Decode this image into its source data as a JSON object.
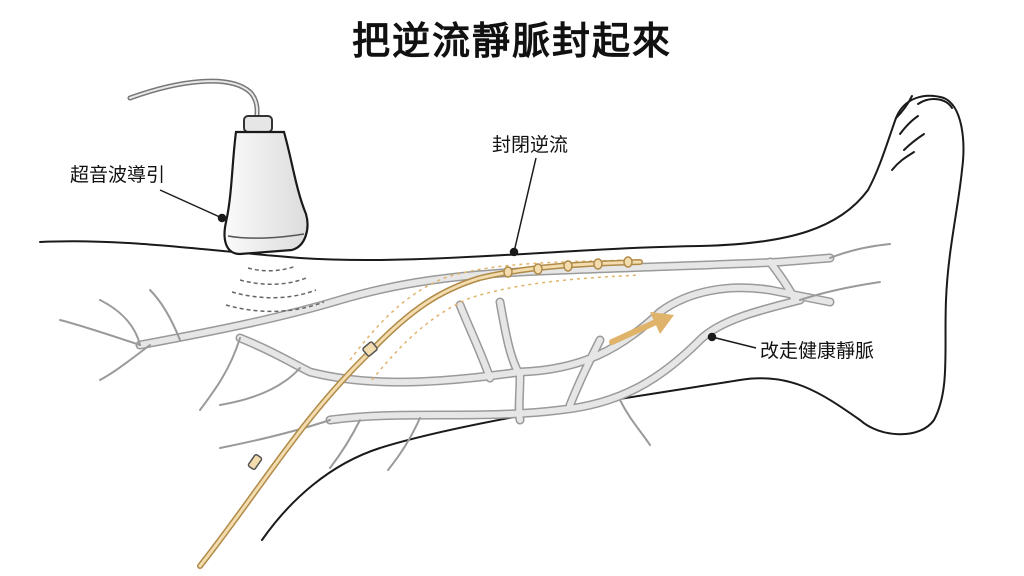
{
  "title": "把逆流靜脈封起來",
  "labels": {
    "probe": "超音波導引",
    "seal": "封閉逆流",
    "healthy": "改走健康靜脈"
  },
  "colors": {
    "outline": "#1a1a1a",
    "vein_fill": "#e6e6e6",
    "vein_stroke": "#9a9a9a",
    "catheter": "#e9c98f",
    "catheter_stroke": "#b08a48",
    "arrow": "#e0b36a",
    "probe_fill": "#f2f2f2"
  }
}
